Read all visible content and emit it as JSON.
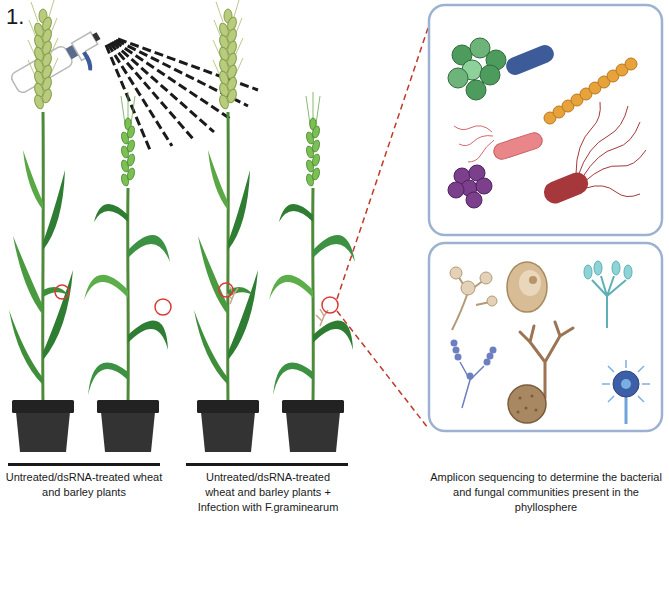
{
  "diagram": {
    "labels": [
      "1.",
      "Untreated/dsRNA-treated wheat and barley plants",
      "Untreated/dsRNA-treated wheat and barley plants + Infection with F.graminearum",
      "Amplicon sequencing to determine the bacterial and fungal communities present in the phyllosphere"
    ]
  }
}
